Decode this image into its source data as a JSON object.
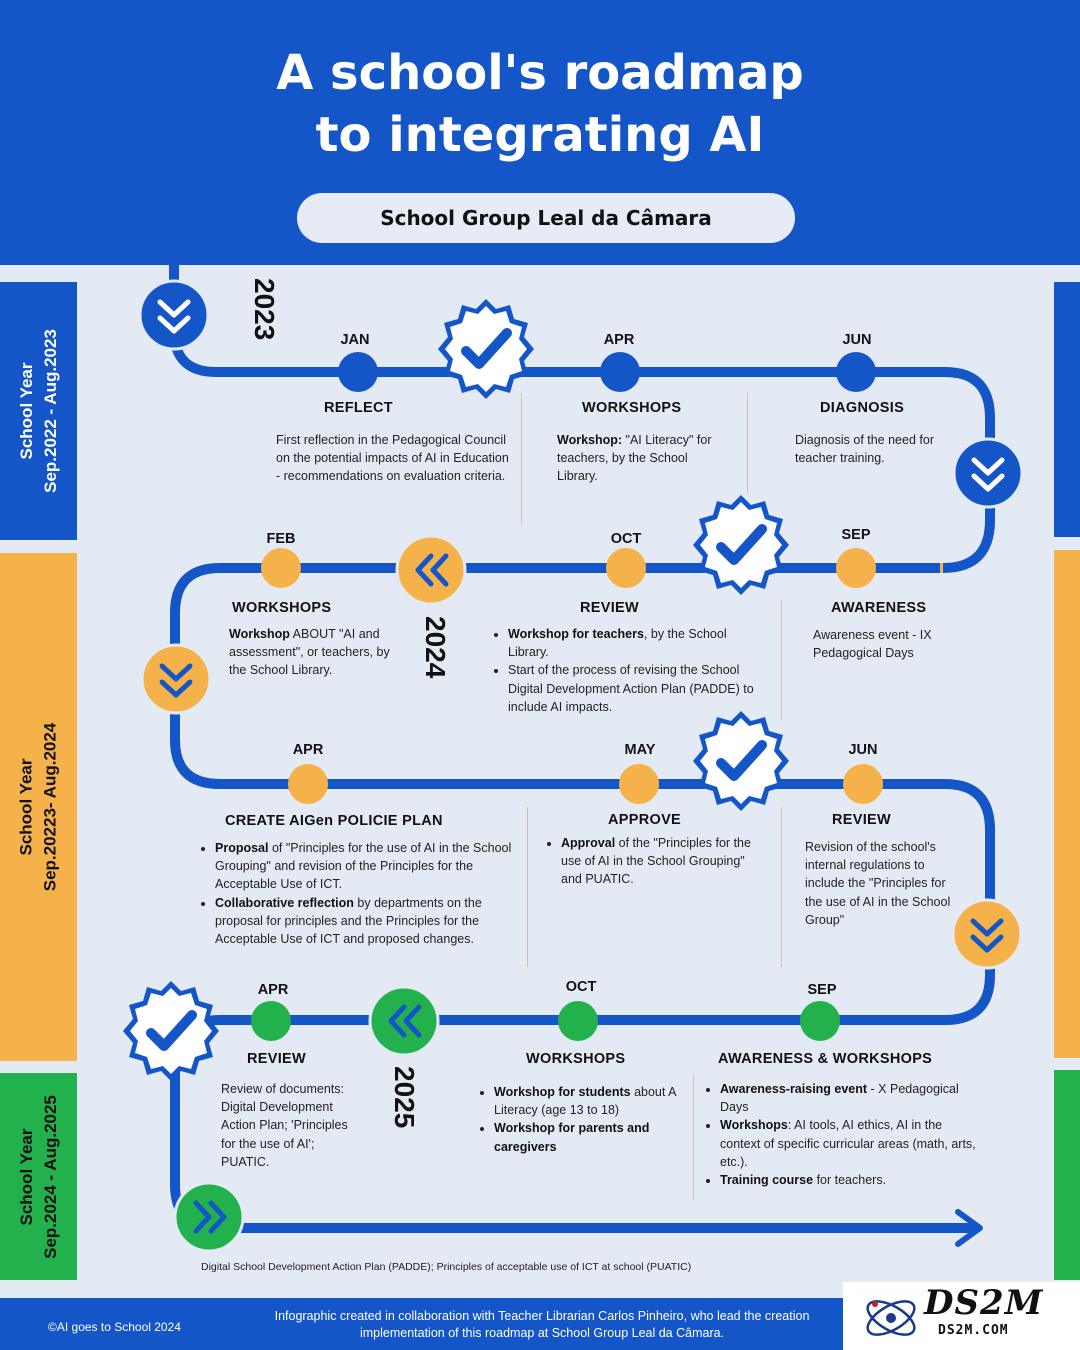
{
  "header": {
    "title_line1": "A school's roadmap",
    "title_line2": "to integrating AI",
    "subtitle": "School Group Leal da Câmara"
  },
  "colors": {
    "blue": "#1455c8",
    "orange": "#f6b24a",
    "green": "#22b14c",
    "background": "#e4eaf4"
  },
  "bands": [
    {
      "line1": "School Year",
      "line2": "Sep.2022 - Aug.2023",
      "color": "#1455c8"
    },
    {
      "line1": "School Year",
      "line2": "Sep.20223- Aug.2024",
      "color": "#f6b24a"
    },
    {
      "line1": "School Year",
      "line2": "Sep.2024 - Aug.2025",
      "color": "#22b14c"
    }
  ],
  "years": [
    "2023",
    "2024",
    "2025"
  ],
  "icons": {
    "down_chevron": "double-chevron-down-icon",
    "left_chevron": "double-chevron-left-icon",
    "right_chevron": "double-chevron-right-icon",
    "check": "check-badge-icon"
  },
  "milestones": {
    "jan2023": {
      "month": "JAN",
      "title": "REFLECT",
      "text": "First reflection in the Pedagogical Council on the potential impacts of AI in Education - recommendations on evaluation criteria."
    },
    "apr2023": {
      "month": "APR",
      "title": "WORKSHOPS",
      "bold": "Workshop:",
      "text": " \"AI Literacy\" for teachers, by the School Library."
    },
    "jun2023": {
      "month": "JUN",
      "title": "DIAGNOSIS",
      "text": "Diagnosis of the need for teacher training."
    },
    "sep2023": {
      "month": "SEP",
      "title": "AWARENESS",
      "text": "Awareness event - IX Pedagogical Days"
    },
    "oct2023": {
      "month": "OCT",
      "title": "REVIEW",
      "b1_bold": "Workshop for teachers",
      "b1_text": ", by the School Library.",
      "b2_text": "Start of the process of revising the School Digital Development Action Plan (PADDE) to include AI impacts."
    },
    "feb2024": {
      "month": "FEB",
      "title": "WORKSHOPS",
      "bold": "Workshop",
      "text": " ABOUT \"AI and assessment\", or teachers, by the School Library."
    },
    "apr2024": {
      "month": "APR",
      "title": "CREATE AIGen POLICIE PLAN",
      "b1_bold": "Proposal",
      "b1_text": " of \"Principles for the use of AI in the School Grouping\" and revision of the Principles for the Acceptable Use of ICT.",
      "b2_bold": "Collaborative reflection",
      "b2_text": " by departments on the proposal for principles and the Principles for the Acceptable Use of ICT and proposed changes."
    },
    "may2024": {
      "month": "MAY",
      "title": "APPROVE",
      "b1_bold": "Approval",
      "b1_text": " of the \"Principles for the use of AI in the School Grouping\" and PUATIC."
    },
    "jun2024": {
      "month": "JUN",
      "title": "REVIEW",
      "text": "Revision of the school's internal regulations to include the \"Principles for the use of AI in the School Group\""
    },
    "sep2024": {
      "month": "SEP",
      "title": "AWARENESS & WORKSHOPS",
      "b1_bold": "Awareness-raising event",
      "b1_text": " - X Pedagogical Days",
      "b2_bold": "Workshops",
      "b2_text": ": AI tools, AI ethics, AI in the context of specific curricular areas (math, arts, etc.).",
      "b3_bold": "Training course",
      "b3_text": " for teachers."
    },
    "oct2024": {
      "month": "OCT",
      "title": "WORKSHOPS",
      "b1_bold": "Workshop for students",
      "b1_text": " about A Literacy (age 13  to 18)",
      "b2_bold": "Workshop for parents and caregivers"
    },
    "apr2025": {
      "month": "APR",
      "title": "REVIEW",
      "text": "Review of documents: Digital Development Action Plan; 'Principles for the use of AI'; PUATIC."
    }
  },
  "footnote": "Digital School Development Action Plan (PADDE); Principles of acceptable use of ICT at school (PUATIC)",
  "footer": {
    "left": "©AI goes to School 2024",
    "center_line1": "Infographic created in collaboration with Teacher Librarian Carlos Pinheiro, who lead the creation",
    "center_line2": "implementation of this roadmap at School Group Leal da Câmara."
  },
  "watermark": {
    "brand": "DS2M",
    "site": "DS2M.COM"
  }
}
